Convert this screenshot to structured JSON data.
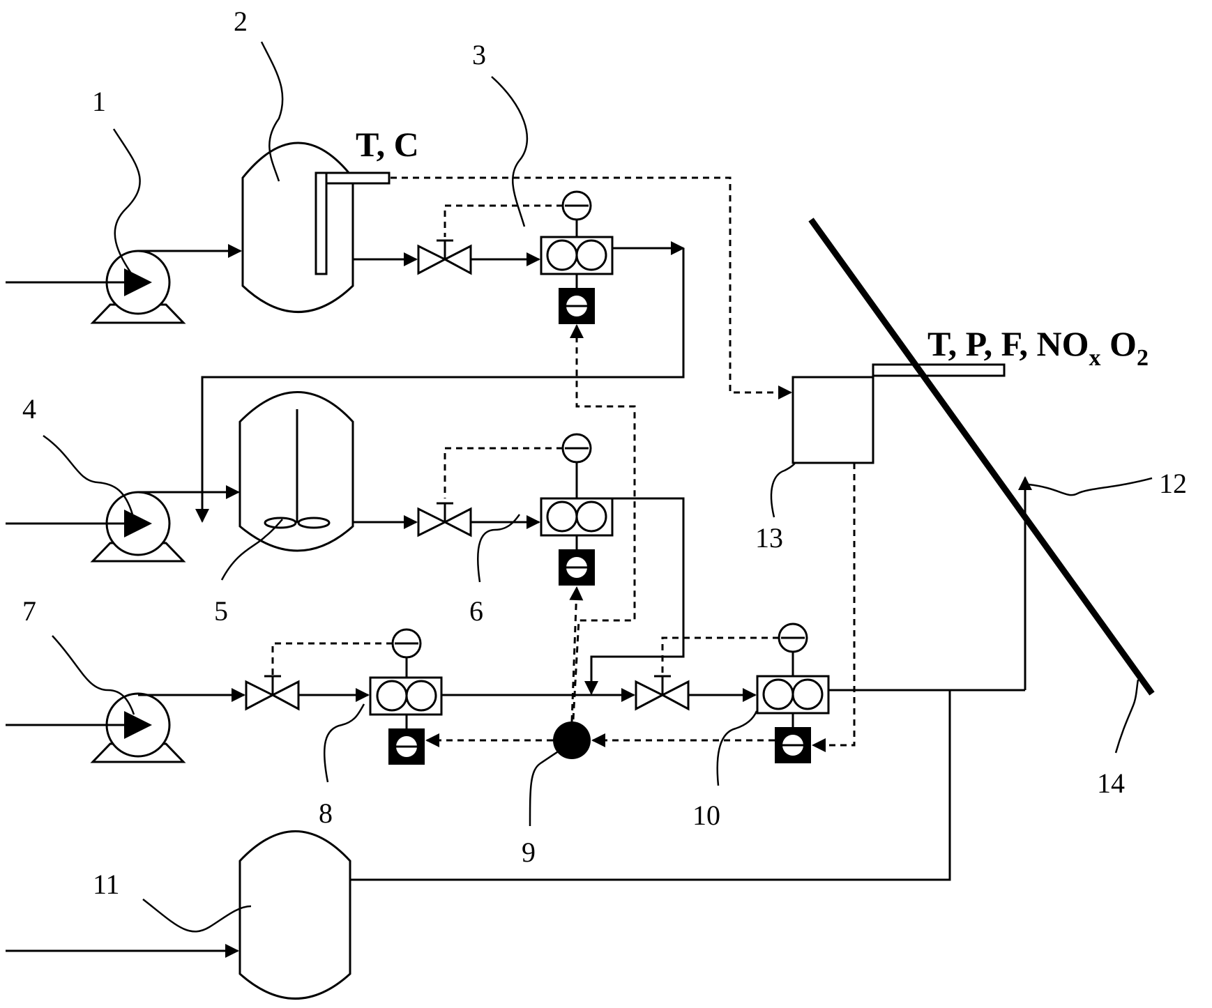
{
  "labels": {
    "n1": "1",
    "n2": "2",
    "n3": "3",
    "n4": "4",
    "n5": "5",
    "n6": "6",
    "n7": "7",
    "n8": "8",
    "n9": "9",
    "n10": "10",
    "n11": "11",
    "n12": "12",
    "n13": "13",
    "n14": "14"
  },
  "sensor_tank": "T, C",
  "sensor_duct": {
    "main": "T, P, F, NO",
    "sub_x": "x",
    "o": " O",
    "sub_2": "2"
  }
}
